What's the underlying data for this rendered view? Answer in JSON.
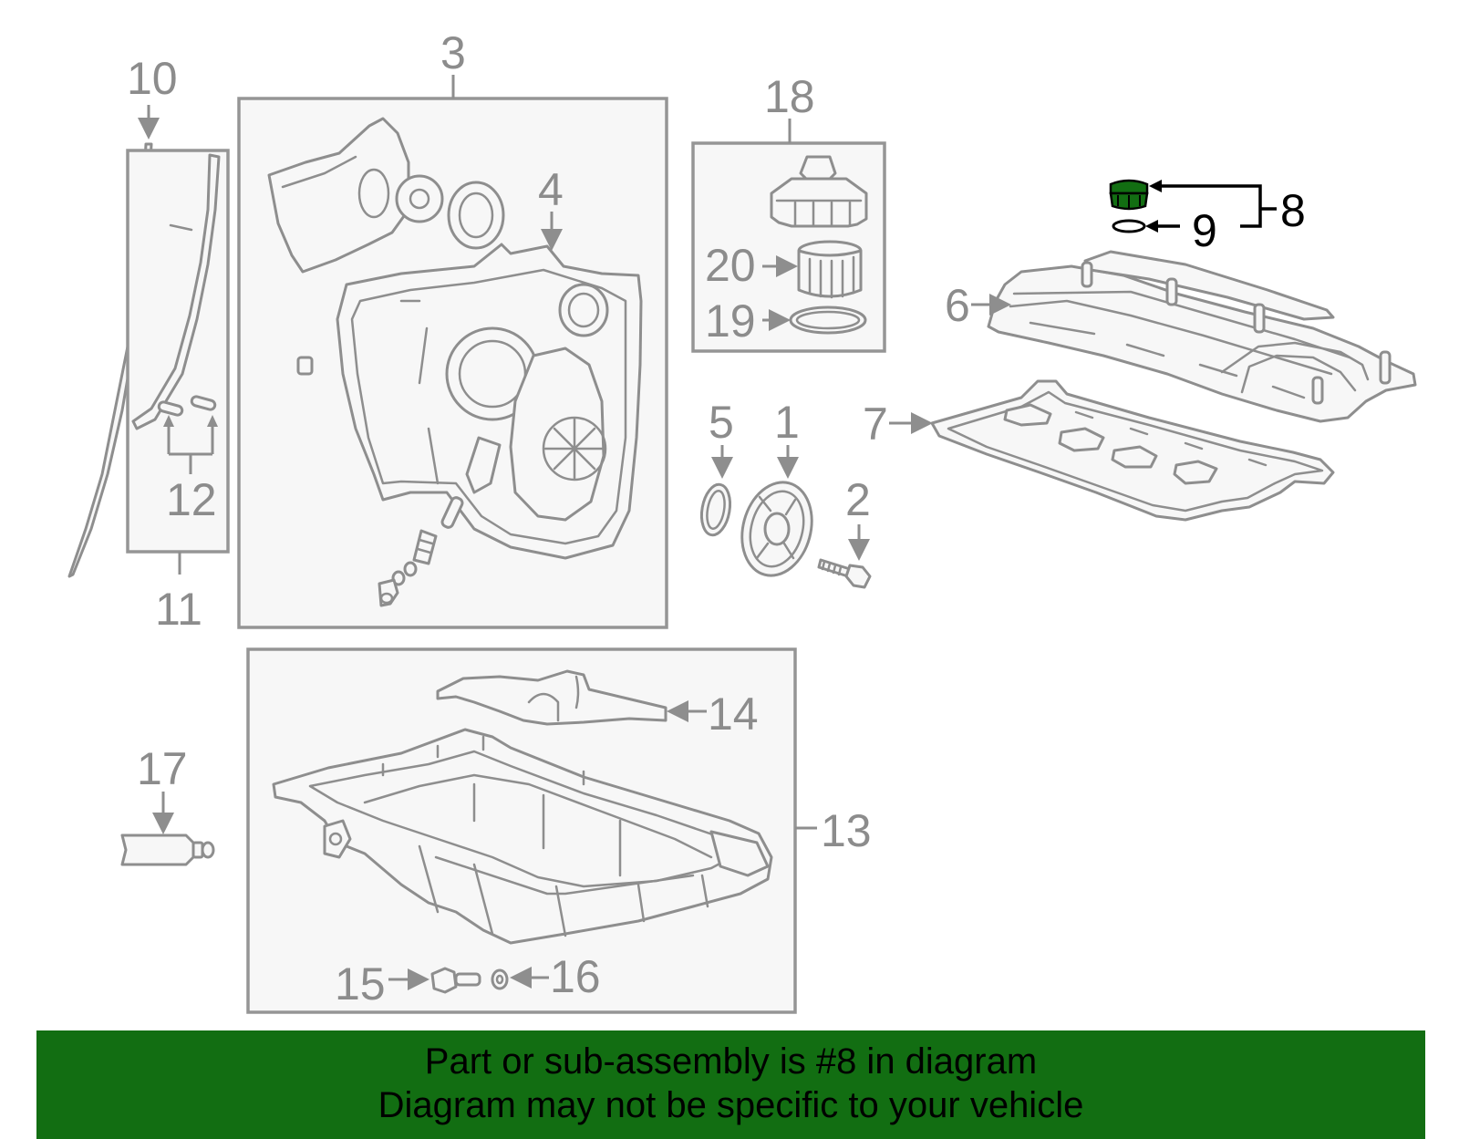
{
  "diagram": {
    "callouts": {
      "c1": "1",
      "c2": "2",
      "c3": "3",
      "c4": "4",
      "c5": "5",
      "c6": "6",
      "c7": "7",
      "c8": "8",
      "c9": "9",
      "c10": "10",
      "c11": "11",
      "c12": "12",
      "c13": "13",
      "c14": "14",
      "c15": "15",
      "c16": "16",
      "c17": "17",
      "c18": "18",
      "c19": "19",
      "c20": "20"
    },
    "highlighted_part": "8",
    "highlight_color": "#126e12"
  },
  "banner": {
    "line1": "Part or sub-assembly is #8 in diagram",
    "line2": "Diagram may not be specific to your vehicle",
    "background": "#126e12"
  }
}
